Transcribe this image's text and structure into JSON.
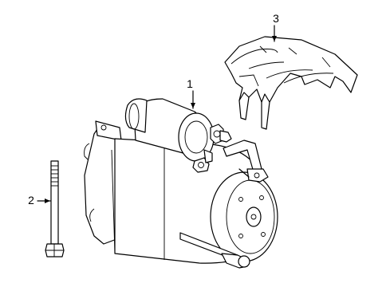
{
  "callouts": [
    {
      "id": "starter",
      "number": "1"
    },
    {
      "id": "bolt",
      "number": "2"
    },
    {
      "id": "heat-shield",
      "number": "3"
    }
  ]
}
